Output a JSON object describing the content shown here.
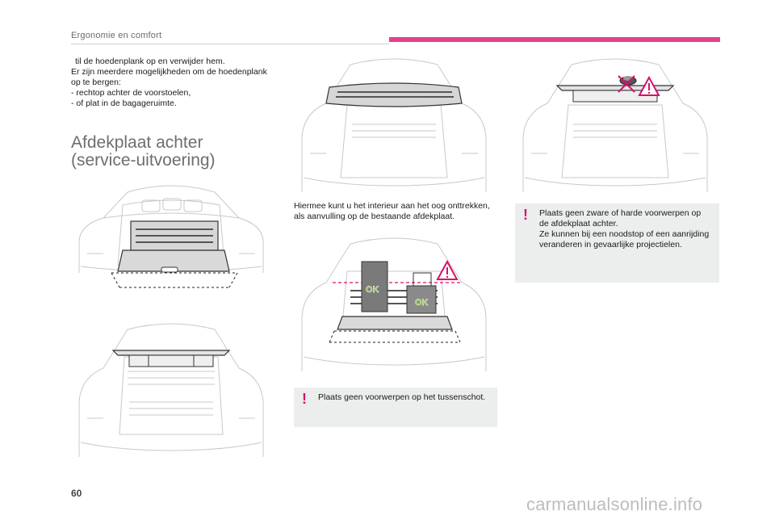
{
  "header": {
    "section": "Ergonomie en comfort"
  },
  "colors": {
    "accent_pink": "#e3418f",
    "warning_red": "#d6106a",
    "ok_green": "#8bc53f",
    "box_grey": "#eceded"
  },
  "intro": {
    "bullet_icon": "arrow-bullet-icon",
    "bullet_glyph": "",
    "line1": "til de hoedenplank op en verwijder hem.",
    "line2": "Er zijn meerdere mogelijkheden om de hoedenplank op te bergen:",
    "item1": "-   rechtop achter de voorstoelen,",
    "item2": "-   of plat in de bagageruimte."
  },
  "section": {
    "title_line1": "Afdekplaat achter",
    "title_line2": "(service-uitvoering)"
  },
  "middle": {
    "text": "Hiermee kunt u het interieur aan het oog onttrekken, als aanvulling op de bestaande afdekplaat."
  },
  "illustrations": {
    "ok_label": "OK"
  },
  "warning1": {
    "icon": "exclamation-icon",
    "glyph": "!",
    "text": "Plaats geen voorwerpen op het tussenschot."
  },
  "warning2": {
    "icon": "exclamation-icon",
    "glyph": "!",
    "line1": "Plaats geen zware of harde voorwerpen op de afdekplaat achter.",
    "line2": "Ze kunnen bij een noodstop of een aanrijding veranderen in gevaarlijke projectielen."
  },
  "footer": {
    "page_number": "60",
    "watermark": "carmanualsonline.info"
  }
}
